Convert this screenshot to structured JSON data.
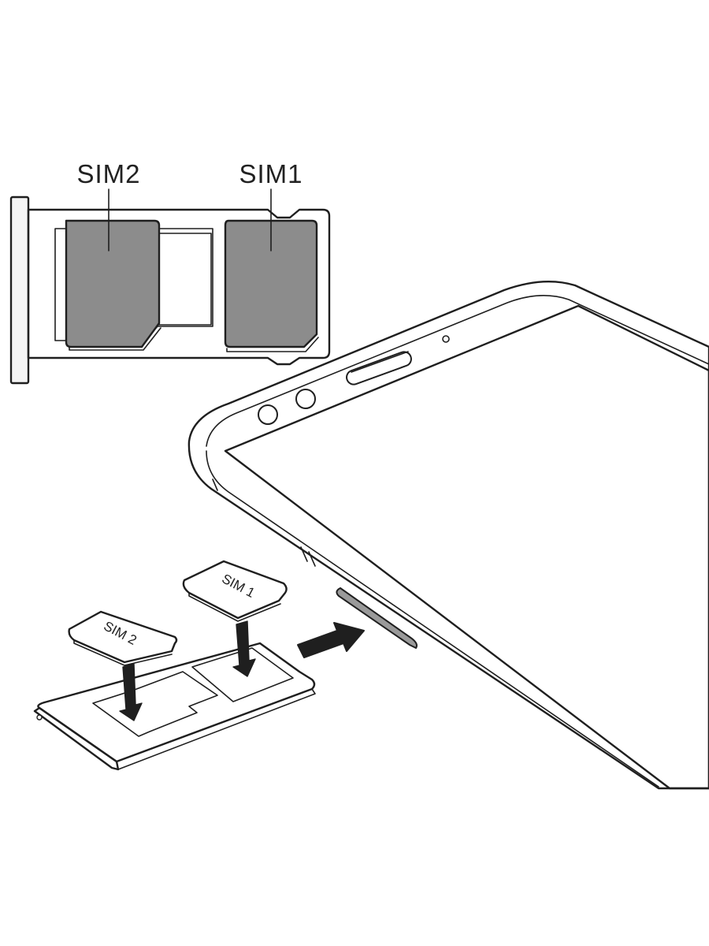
{
  "tray_labels": {
    "sim2": "SIM2",
    "sim1": "SIM1"
  },
  "card_labels": {
    "sim2": "SIM 2",
    "sim1": "SIM 1"
  },
  "colors": {
    "outline": "#1f1f1f",
    "sim_fill": "#8c8c8c",
    "tray_fill": "#ececec",
    "background": "#ffffff"
  }
}
